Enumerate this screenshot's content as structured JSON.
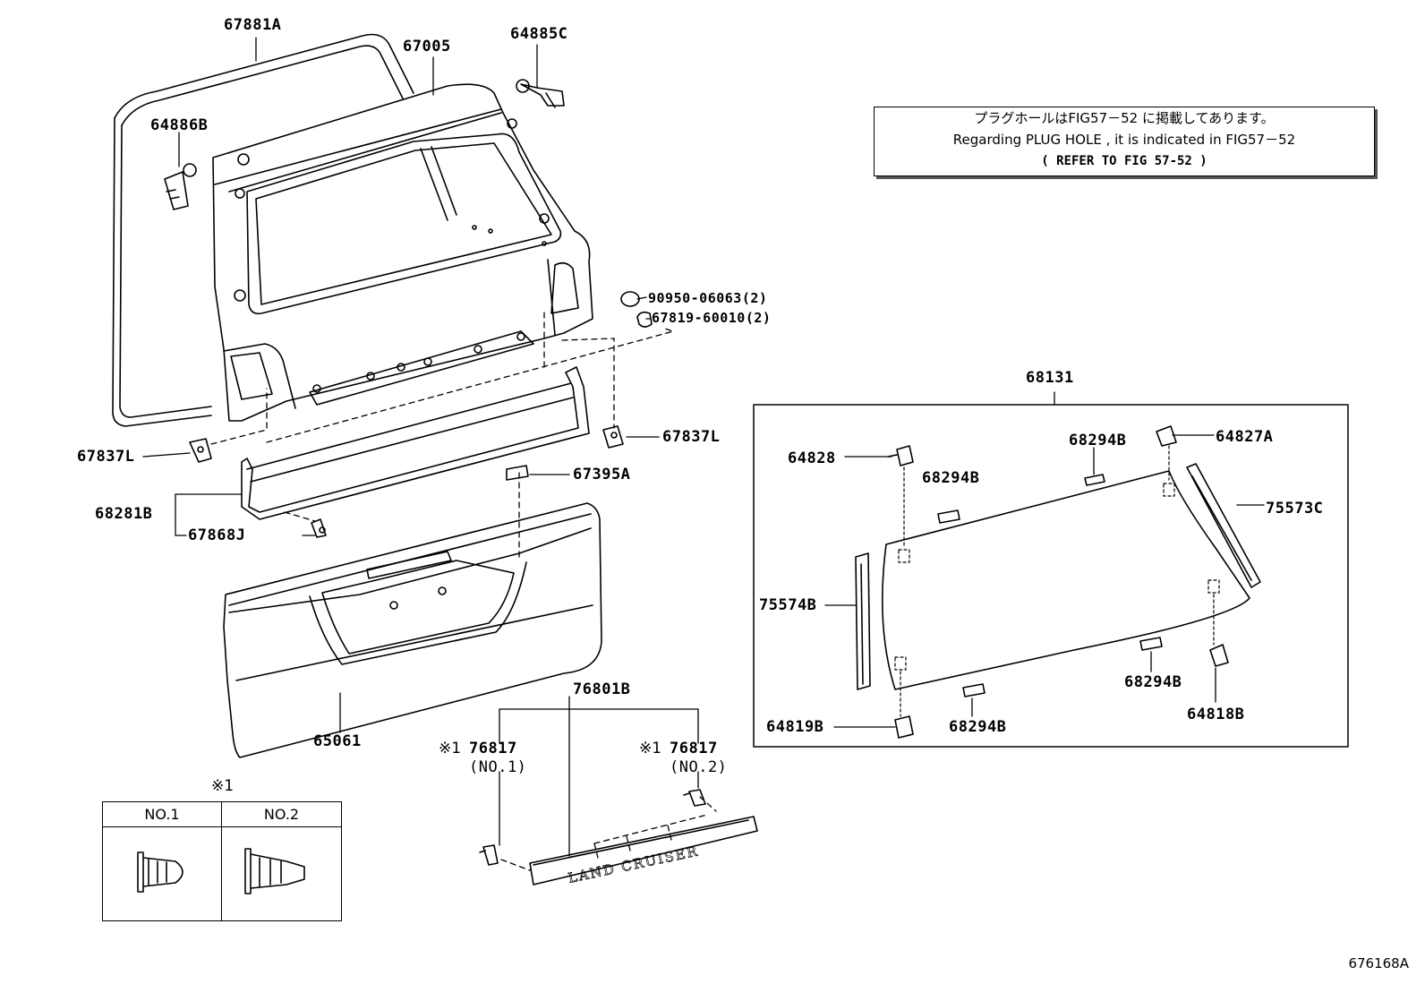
{
  "labels": {
    "p67881A": "67881A",
    "p67005": "67005",
    "p64885C": "64885C",
    "p64886B": "64886B",
    "p90950": "90950-06063(2)",
    "p67819": "67819-60010(2)",
    "p67837L_left": "67837L",
    "p67837L_right": "67837L",
    "p67395A": "67395A",
    "p68281B": "68281B",
    "p67868J": "67868J",
    "p65061": "65061",
    "p76801B": "76801B",
    "p76817_no1": "76817",
    "p76817_no1_sub": "(NO.1)",
    "p76817_no2": "76817",
    "p76817_no2_sub": "(NO.2)",
    "p68131": "68131",
    "p64828": "64828",
    "p68294B_a": "68294B",
    "p68294B_b": "68294B",
    "p68294B_c": "68294B",
    "p68294B_d": "68294B",
    "p64827A": "64827A",
    "p75573C": "75573C",
    "p75574B": "75574B",
    "p64819B": "64819B",
    "p64818B": "64818B"
  },
  "star_mark": "※1",
  "note": {
    "line1": "プラグホールはFIG57－52 に掲載してあります。",
    "line2": "Regarding PLUG HOLE , it is indicated in FIG57－52",
    "line3": "( REFER TO FIG 57-52 )"
  },
  "legend": {
    "title": "※1",
    "col1": "NO.1",
    "col2": "NO.2"
  },
  "emblem_text": "LAND CRUISER",
  "figure_id": "676168A"
}
